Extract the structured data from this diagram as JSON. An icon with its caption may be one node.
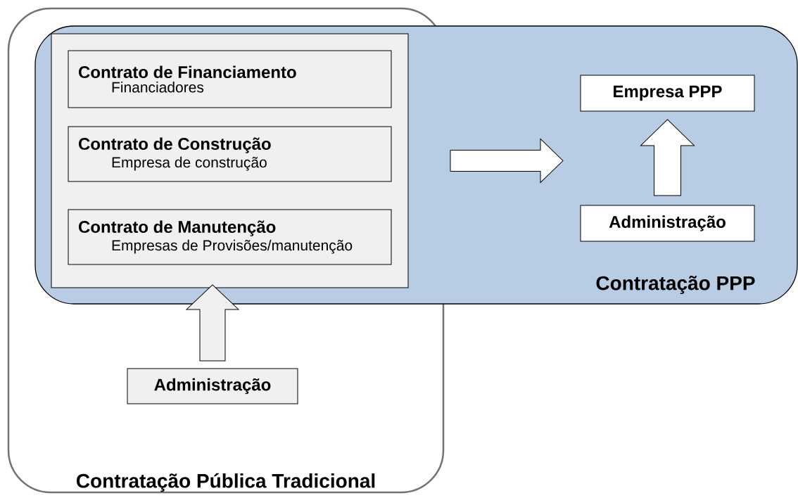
{
  "diagram": {
    "nodes": [
      {
        "text": [
          "Contratação Pública Tradicional"
        ]
      },
      {
        "text": [
          "Contratação PPP"
        ]
      },
      {
        "text": [],
        "shape": "box"
      },
      {
        "text": [
          "Contrato de Financiamento",
          "Financiadores"
        ],
        "in": 2
      },
      {
        "text": [
          "Contrato de Construção",
          "Empresa de construção"
        ],
        "in": 2
      },
      {
        "text": [
          "Contrato de Manutenção",
          "Empresas de Provisões/manutenção"
        ],
        "in": 2
      },
      {
        "text": [
          "Administração"
        ],
        "in": 0
      },
      {
        "text": [
          "Empresa PPP"
        ],
        "in": 1
      },
      {
        "text": [
          "Administração"
        ],
        "in": 1
      }
    ],
    "edges": [
      {
        "from": 2,
        "to": 7,
        "arrow": "to"
      },
      {
        "from": 6,
        "to": 2,
        "arrow": "to"
      },
      {
        "from": 8,
        "to": 7,
        "arrow": "to"
      }
    ]
  }
}
